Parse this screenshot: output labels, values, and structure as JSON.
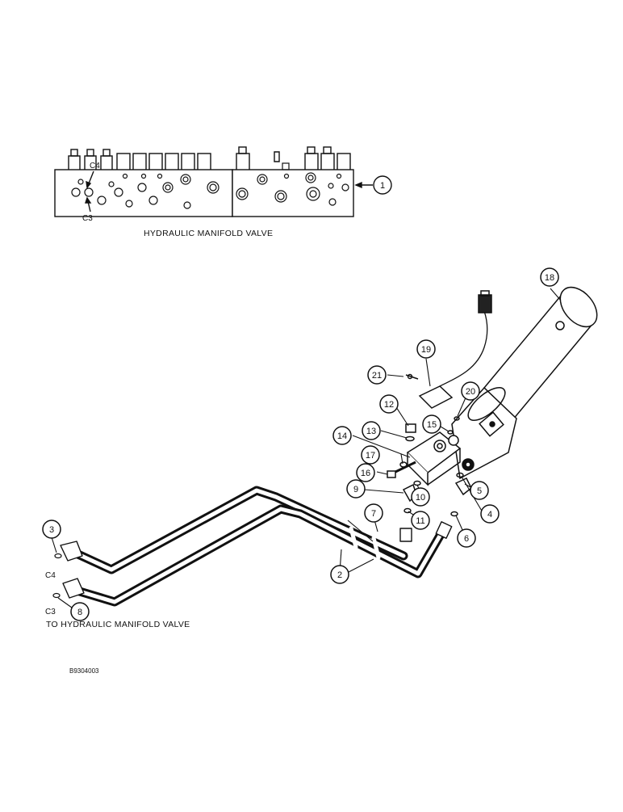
{
  "captions": {
    "manifold": "HYDRAULIC MANIFOLD VALVE",
    "to_manifold": "TO HYDRAULIC MANIFOLD VALVE",
    "figure_id": "B9304003"
  },
  "port_labels": {
    "c4_top": "C4",
    "c3_top": "C3",
    "c4_hose": "C4",
    "c3_hose": "C3"
  },
  "callouts": [
    "1",
    "2",
    "3",
    "4",
    "5",
    "6",
    "7",
    "8",
    "9",
    "10",
    "11",
    "12",
    "13",
    "14",
    "15",
    "16",
    "17",
    "18",
    "19",
    "20",
    "21"
  ]
}
